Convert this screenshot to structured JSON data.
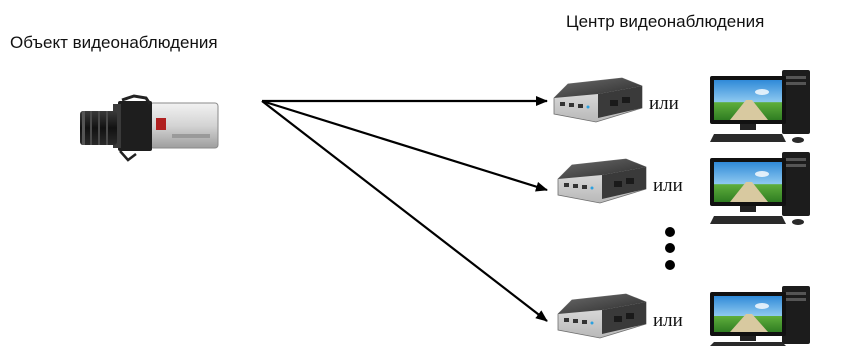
{
  "source_label": "Объект видеонаблюдения",
  "center_label": "Центр видеонаблюдения",
  "alternative_word": "или",
  "icons": {
    "camera": "cctv-camera-icon",
    "receiver": "video-server-box-icon",
    "computer": "desktop-computer-icon"
  },
  "colors": {
    "arrow": "#000000",
    "text": "#111111",
    "background": "#ffffff"
  }
}
